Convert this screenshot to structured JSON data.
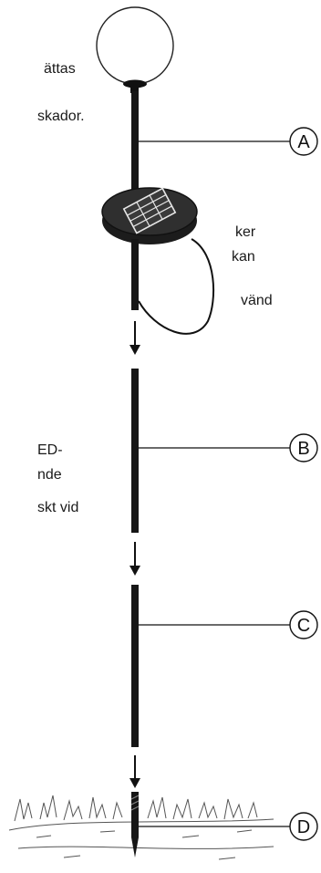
{
  "text_fragments": [
    "ättas",
    "skador.",
    "ker",
    "kan",
    "vänd",
    "ED-",
    "nde",
    "skt vid"
  ],
  "callouts": [
    {
      "label": "A"
    },
    {
      "label": "B"
    },
    {
      "label": "C"
    },
    {
      "label": "D"
    }
  ],
  "colors": {
    "ink": "#111111",
    "pole": "#161616",
    "panel": "#2b2b2b",
    "ground": "#555555"
  }
}
